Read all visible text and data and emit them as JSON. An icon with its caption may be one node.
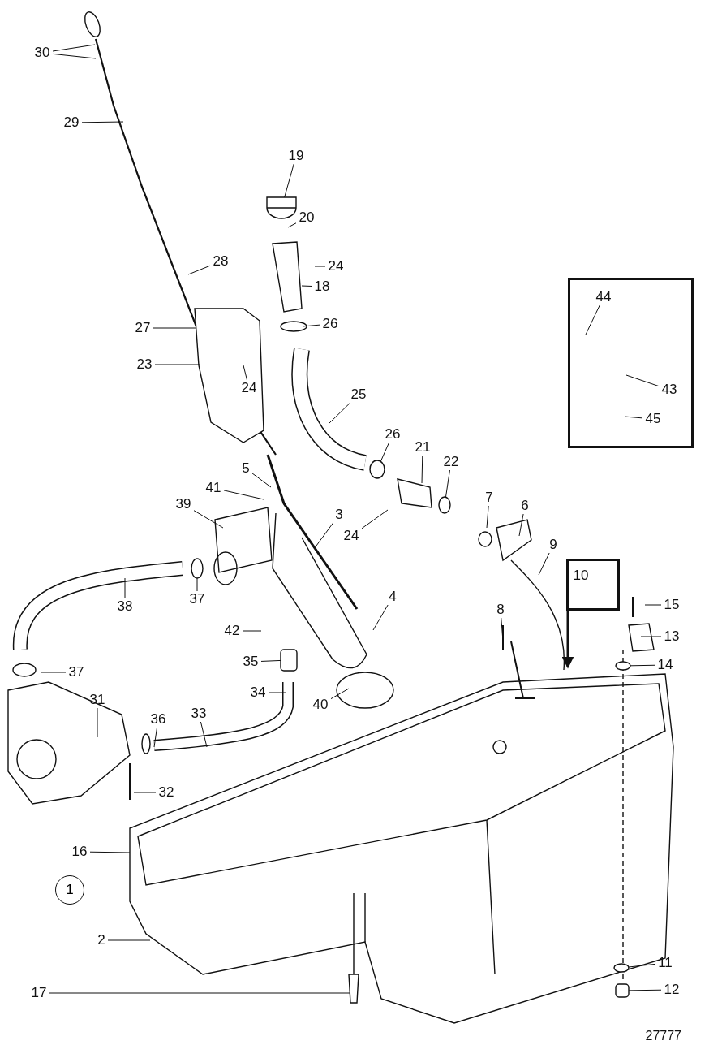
{
  "diagram": {
    "nodes": [
      {
        "text": [
          "30"
        ]
      },
      {
        "text": [
          "29"
        ]
      },
      {
        "text": [
          "19"
        ]
      },
      {
        "text": [
          "20"
        ]
      },
      {
        "text": [
          "24"
        ]
      },
      {
        "text": [
          "28"
        ]
      },
      {
        "text": [
          "18"
        ]
      },
      {
        "text": [],
        "shape": "box"
      },
      {
        "text": [
          "44"
        ],
        "in": 7
      },
      {
        "text": [
          "27"
        ]
      },
      {
        "text": [
          "26"
        ]
      },
      {
        "text": [
          "23"
        ]
      },
      {
        "text": [
          "24"
        ]
      },
      {
        "text": [
          "43"
        ],
        "in": 7
      },
      {
        "text": [
          "25"
        ]
      },
      {
        "text": [
          "45"
        ],
        "in": 7
      },
      {
        "text": [
          "26"
        ]
      },
      {
        "text": [
          "21"
        ]
      },
      {
        "text": [
          "22"
        ]
      },
      {
        "text": [
          "5"
        ]
      },
      {
        "text": [
          "41"
        ]
      },
      {
        "text": [
          "7"
        ]
      },
      {
        "text": [
          "39"
        ]
      },
      {
        "text": [
          "6"
        ]
      },
      {
        "text": [
          "3"
        ]
      },
      {
        "text": [
          "24"
        ]
      },
      {
        "text": [
          "9"
        ]
      },
      {
        "text": [],
        "shape": "box"
      },
      {
        "text": [
          "10"
        ],
        "in": 27
      },
      {
        "text": [
          "37"
        ]
      },
      {
        "text": [
          "4"
        ]
      },
      {
        "text": [
          "15"
        ]
      },
      {
        "text": [
          "38"
        ]
      },
      {
        "text": [
          "8"
        ]
      },
      {
        "text": [
          "42"
        ]
      },
      {
        "text": [
          "13"
        ]
      },
      {
        "text": [
          "35"
        ]
      },
      {
        "text": [
          "14"
        ]
      },
      {
        "text": [
          "37"
        ]
      },
      {
        "text": [
          "34"
        ]
      },
      {
        "text": [
          "31"
        ]
      },
      {
        "text": [
          "40"
        ]
      },
      {
        "text": [
          "33"
        ]
      },
      {
        "text": [
          "36"
        ]
      },
      {
        "text": [
          "32"
        ]
      },
      {
        "text": [
          "16"
        ]
      },
      {
        "text": [
          "1"
        ]
      },
      {
        "text": [
          "2"
        ]
      },
      {
        "text": [
          "11"
        ]
      },
      {
        "text": [
          "17"
        ]
      },
      {
        "text": [
          "12"
        ]
      },
      {
        "text": [],
        "shape": "picture"
      },
      {
        "text": [],
        "shape": "circle"
      },
      {
        "text": [],
        "shape": "circle"
      },
      {
        "text": [],
        "shape": "circle"
      },
      {
        "text": [],
        "shape": "box"
      },
      {
        "text": [],
        "shape": "circle"
      },
      {
        "text": [],
        "shape": "circle"
      },
      {
        "text": [],
        "shape": "box"
      }
    ],
    "edges": [
      {
        "from": 0,
        "to": null,
        "arrow": "none"
      },
      {
        "from": 0,
        "to": null,
        "arrow": "none"
      },
      {
        "from": 1,
        "to": null,
        "arrow": "none"
      },
      {
        "from": 2,
        "to": 51,
        "arrow": "none"
      },
      {
        "from": 3,
        "to": null,
        "arrow": "none"
      },
      {
        "from": 4,
        "to": null,
        "arrow": "none"
      },
      {
        "from": 5,
        "to": null,
        "arrow": "none"
      },
      {
        "from": 6,
        "to": null,
        "arrow": "none"
      },
      {
        "from": 8,
        "to": null,
        "arrow": "none"
      },
      {
        "from": 9,
        "to": null,
        "arrow": "none"
      },
      {
        "from": 10,
        "to": null,
        "arrow": "none"
      },
      {
        "from": 11,
        "to": null,
        "arrow": "none"
      },
      {
        "from": 12,
        "to": null,
        "arrow": "none"
      },
      {
        "from": 13,
        "to": null,
        "arrow": "none"
      },
      {
        "from": 14,
        "to": null,
        "arrow": "none"
      },
      {
        "from": 15,
        "to": null,
        "arrow": "none"
      },
      {
        "from": 16,
        "to": 52,
        "arrow": "none"
      },
      {
        "from": 17,
        "to": null,
        "arrow": "none"
      },
      {
        "from": 18,
        "to": 53,
        "arrow": "none"
      },
      {
        "from": 19,
        "to": null,
        "arrow": "none"
      },
      {
        "from": 20,
        "to": null,
        "arrow": "none"
      },
      {
        "from": 21,
        "to": null,
        "arrow": "none"
      },
      {
        "from": 22,
        "to": null,
        "arrow": "none"
      },
      {
        "from": 23,
        "to": null,
        "arrow": "none"
      },
      {
        "from": 24,
        "to": null,
        "arrow": "none"
      },
      {
        "from": 25,
        "to": null,
        "arrow": "none"
      },
      {
        "from": 26,
        "to": null,
        "arrow": "none"
      },
      {
        "from": 27,
        "to": null,
        "arrow": "to",
        "style": "thick"
      },
      {
        "from": 29,
        "to": 54,
        "arrow": "none"
      },
      {
        "from": 30,
        "to": null,
        "arrow": "none"
      },
      {
        "from": 31,
        "to": null,
        "arrow": "none"
      },
      {
        "from": 32,
        "to": null,
        "arrow": "none"
      },
      {
        "from": 33,
        "to": null,
        "arrow": "none"
      },
      {
        "from": 34,
        "to": null,
        "arrow": "none"
      },
      {
        "from": 35,
        "to": null,
        "arrow": "none"
      },
      {
        "from": 36,
        "to": 55,
        "arrow": "none"
      },
      {
        "from": 37,
        "to": 56,
        "arrow": "none"
      },
      {
        "from": 38,
        "to": null,
        "arrow": "none"
      },
      {
        "from": 39,
        "to": null,
        "arrow": "none"
      },
      {
        "from": 40,
        "to": null,
        "arrow": "none"
      },
      {
        "from": 41,
        "to": null,
        "arrow": "none"
      },
      {
        "from": 42,
        "to": null,
        "arrow": "none"
      },
      {
        "from": 43,
        "to": null,
        "arrow": "none"
      },
      {
        "from": 44,
        "to": null,
        "arrow": "none"
      },
      {
        "from": 45,
        "to": null,
        "arrow": "none"
      },
      {
        "from": 47,
        "to": null,
        "arrow": "none"
      },
      {
        "from": 48,
        "to": 57,
        "arrow": "none"
      },
      {
        "from": 49,
        "to": null,
        "arrow": "none"
      },
      {
        "from": 50,
        "to": 58,
        "arrow": "none"
      }
    ],
    "labels": [
      "27777"
    ]
  }
}
